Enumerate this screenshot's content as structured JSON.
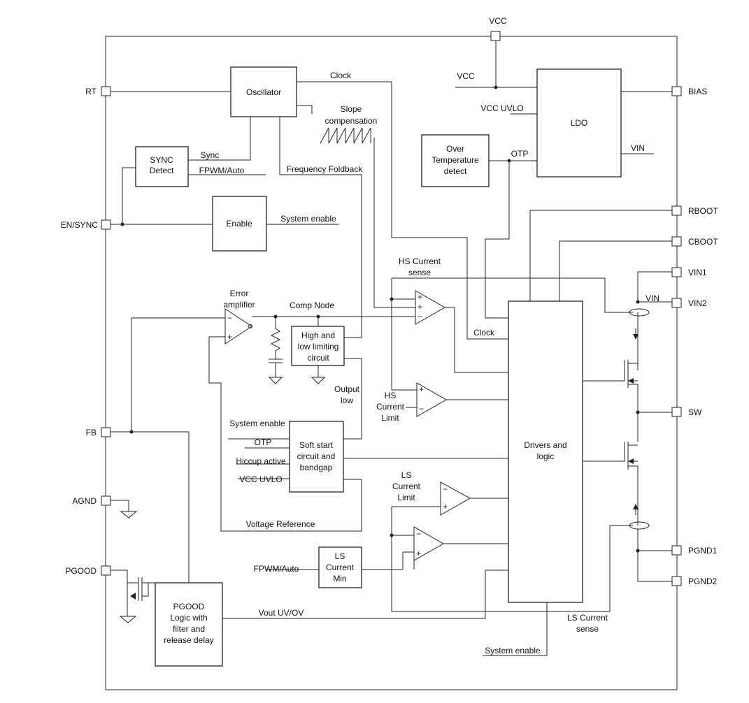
{
  "pins": {
    "vcc": "VCC",
    "rt": "RT",
    "en_sync": "EN/SYNC",
    "fb": "FB",
    "agnd": "AGND",
    "pgood": "PGOOD",
    "bias": "BIAS",
    "rboot": "RBOOT",
    "cboot": "CBOOT",
    "vin1": "VIN1",
    "vin2": "VIN2",
    "sw": "SW",
    "pgnd1": "PGND1",
    "pgnd2": "PGND2"
  },
  "blocks": {
    "oscillator": [
      "Oscillator"
    ],
    "sync_detect": [
      "SYNC",
      "Detect"
    ],
    "enable": [
      "Enable"
    ],
    "ldo": [
      "LDO"
    ],
    "over_temp": [
      "Over",
      "Temperature",
      "detect"
    ],
    "limiting": [
      "High and",
      "low limiting",
      "circuit"
    ],
    "soft_start": [
      "Soft start",
      "circuit and",
      "bandgap"
    ],
    "ls_current_min": [
      "LS",
      "Current",
      "Min"
    ],
    "drivers_logic": [
      "Drivers and",
      "logic"
    ],
    "pgood_logic": [
      "PGOOD",
      "Logic with",
      "filter and",
      "release delay"
    ]
  },
  "signals": {
    "clock_top": "Clock",
    "clock_mid": "Clock",
    "vcc_inner": "VCC",
    "vcc_uvlo_ldo": "VCC UVLO",
    "vin_ldo": "VIN",
    "otp": "OTP",
    "sync": "Sync",
    "fpwm_auto_sync": "FPWM/Auto",
    "freq_foldback": "Frequency Foldback",
    "system_enable_en": "System enable",
    "hs_sense": [
      "HS Current",
      "sense"
    ],
    "error_amp": [
      "Error",
      "amplifier"
    ],
    "comp_node": "Comp Node",
    "hs_limit": [
      "HS",
      "Current",
      "Limit"
    ],
    "output_low": [
      "Output",
      "low"
    ],
    "ss_system_enable": "System enable",
    "ss_otp": "OTP",
    "ss_hiccup": "Hiccup active",
    "ss_vcc_uvlo": "VCC UVLO",
    "voltage_ref": "Voltage Reference",
    "ls_limit": [
      "LS",
      "Current",
      "Limit"
    ],
    "fpwm_auto_ls": "FPWM/Auto",
    "vin_inner": "VIN",
    "vout_uvov": "Vout UV/OV",
    "ls_sense": [
      "LS Current",
      "sense"
    ],
    "system_enable_bottom": "System enable"
  },
  "slope_comp": [
    "Slope",
    "compensation"
  ]
}
